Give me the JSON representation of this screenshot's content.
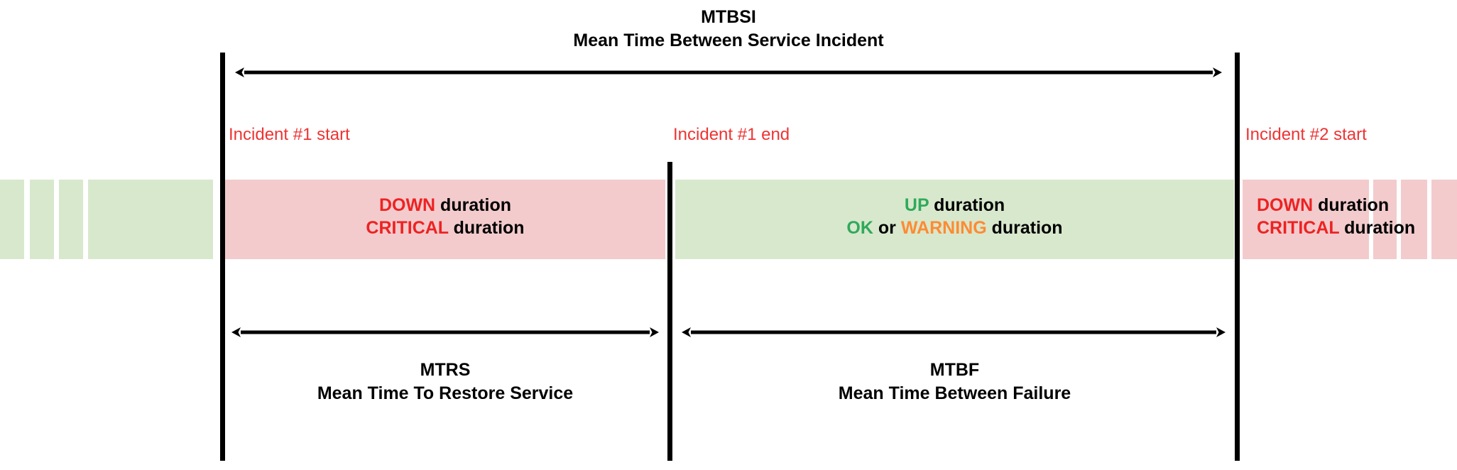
{
  "diagram": {
    "title_top": {
      "abbrev": "MTBSI",
      "expanded": "Mean Time Between Service Incident"
    },
    "markers": [
      {
        "name": "incident-1-start",
        "label": "Incident #1 start",
        "color": "#ee3333"
      },
      {
        "name": "incident-1-end",
        "label": "Incident #1 end",
        "color": "#ee3333"
      },
      {
        "name": "incident-2-start",
        "label": "Incident #2 start",
        "color": "#ee3333"
      }
    ],
    "bands": {
      "incident_1": {
        "line1_status": "DOWN",
        "line1_rest": " duration",
        "line2_status": "CRITICAL",
        "line2_rest": " duration",
        "fill_color": "#f3cbcd",
        "status_color": "#ee2222"
      },
      "uptime": {
        "line1_status": "UP",
        "line1_rest": " duration",
        "line2_status_ok": "OK",
        "line2_conjunction": " or ",
        "line2_status_warning": "WARNING",
        "line2_rest": " duration",
        "fill_color": "#d8e8cd",
        "ok_color": "#2faa5b",
        "warning_color": "#fd8b33"
      },
      "incident_2": {
        "line1_status": "DOWN",
        "line1_rest": " duration",
        "line2_status": "CRITICAL",
        "line2_rest": " duration",
        "fill_color": "#f3cbcd",
        "status_color": "#ee2222"
      }
    },
    "measures": [
      {
        "key": "mtbsi",
        "abbrev": "MTBSI",
        "expanded": "Mean Time Between Service Incident",
        "span": "incident-1-start to incident-2-start"
      },
      {
        "key": "mtrs",
        "abbrev": "MTRS",
        "expanded": "Mean Time To Restore Service",
        "span": "incident-1-start to incident-1-end"
      },
      {
        "key": "mtbf",
        "abbrev": "MTBF",
        "expanded": "Mean Time Between Failure",
        "span": "incident-1-end to incident-2-start"
      }
    ]
  }
}
